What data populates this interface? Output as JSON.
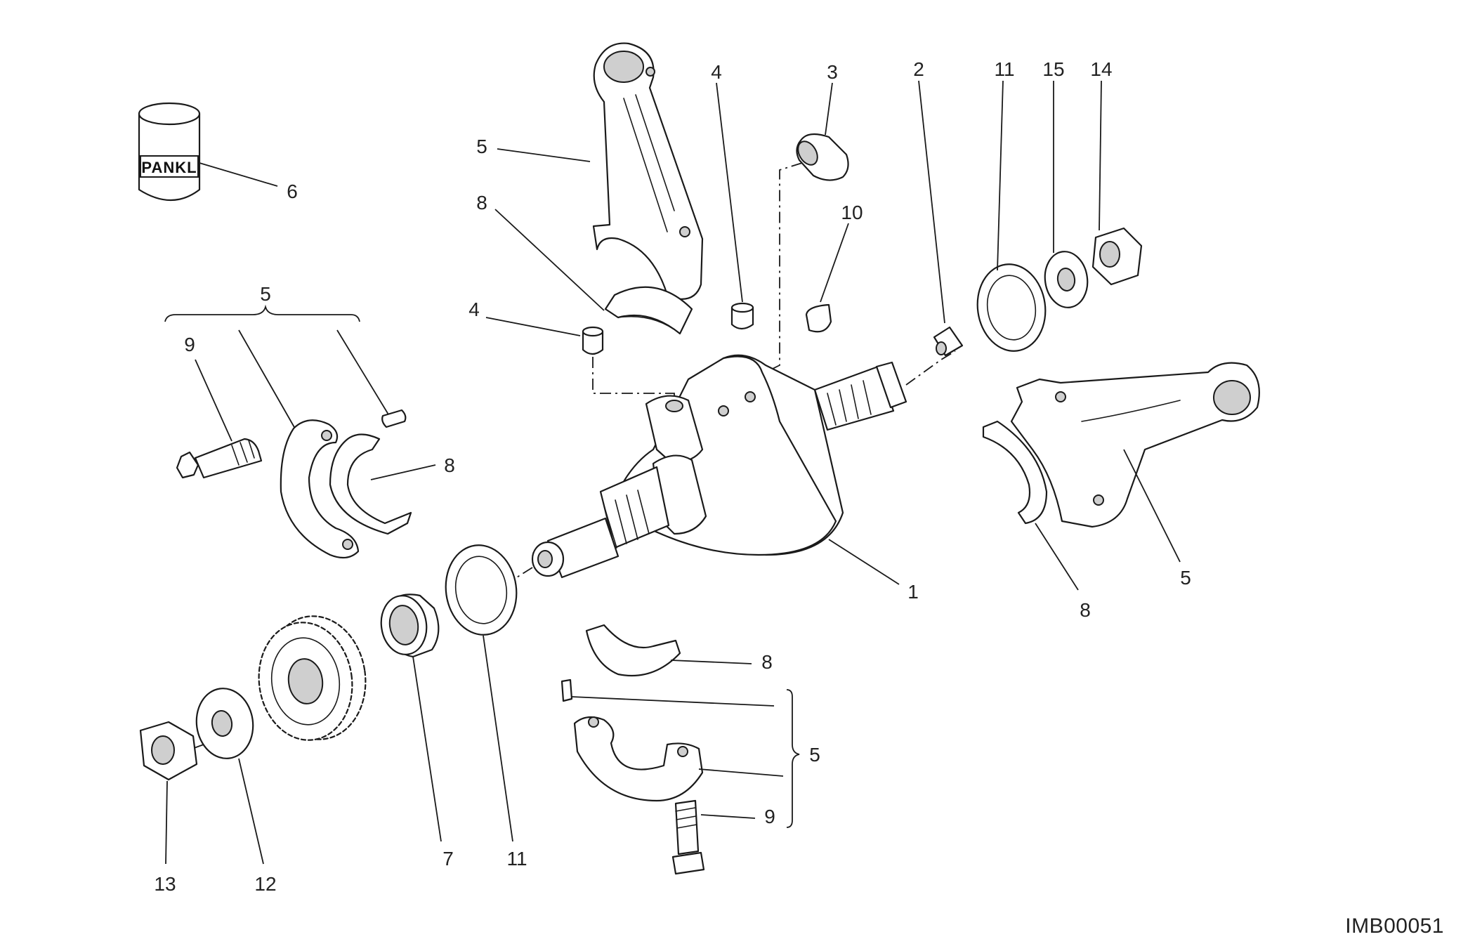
{
  "diagram": {
    "reference_code": "IMB00051",
    "brand_label": "PANKL",
    "callouts": {
      "c1": "1",
      "c2": "2",
      "c3": "3",
      "c4a": "4",
      "c4b": "4",
      "c5a": "5",
      "c5b": "5",
      "c5c": "5",
      "c5d": "5",
      "c6": "6",
      "c7": "7",
      "c8a": "8",
      "c8b": "8",
      "c8c": "8",
      "c8d": "8",
      "c9a": "9",
      "c9b": "9",
      "c10": "10",
      "c11a": "11",
      "c11b": "11",
      "c12": "12",
      "c13": "13",
      "c14": "14",
      "c15": "15"
    }
  }
}
